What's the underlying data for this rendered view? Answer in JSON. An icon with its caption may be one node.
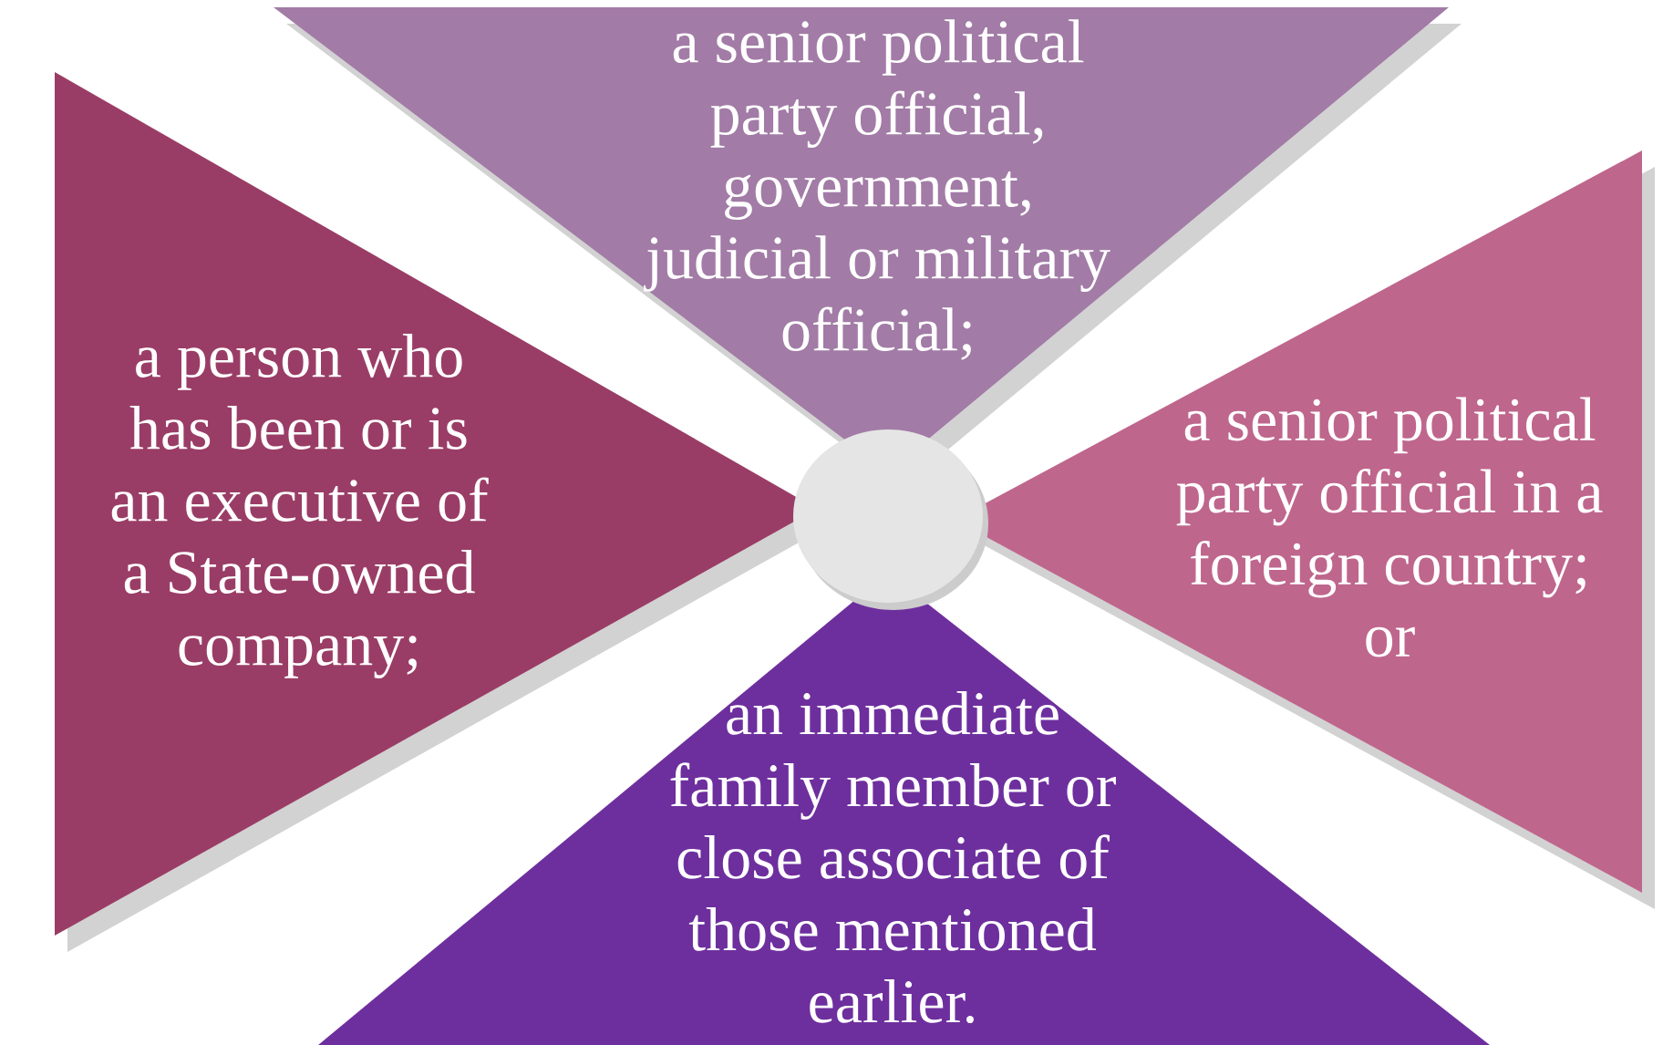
{
  "diagram": {
    "nodes": [
      {
        "text": [
          "a senior political party official, government, judicial or military official;"
        ]
      },
      {
        "text": [
          "a person who has been or is an executive of a State-owned company;"
        ]
      },
      {
        "text": [],
        "shape": "circle"
      },
      {
        "text": [
          "a senior political party official in a foreign country; or"
        ]
      },
      {
        "text": [
          "an immediate family member or close associate of those mentioned earlier."
        ]
      }
    ]
  }
}
